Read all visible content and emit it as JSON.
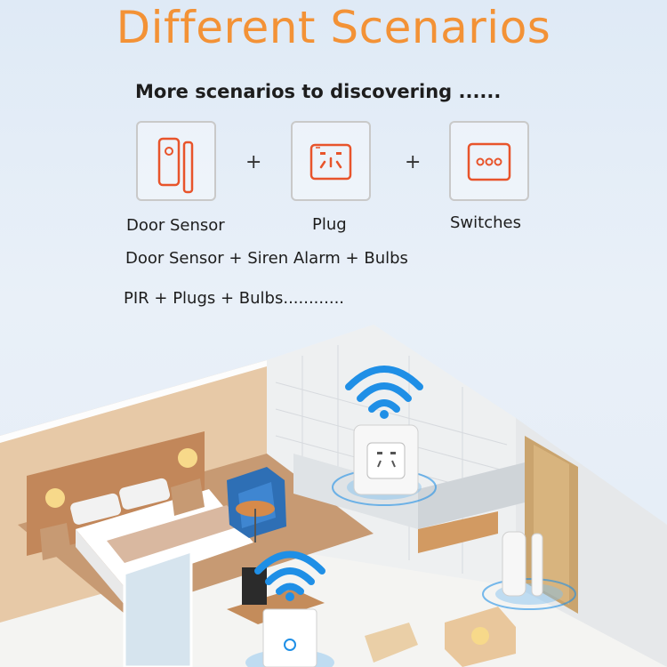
{
  "header": {
    "title": "Different Scenarios",
    "subtitle": "More scenarios to discovering ......"
  },
  "devices": [
    {
      "label": "Door Sensor",
      "icon": "door-sensor-icon"
    },
    {
      "label": "Plug",
      "icon": "plug-icon"
    },
    {
      "label": "Switches",
      "icon": "switch-icon"
    }
  ],
  "plus_sign": "+",
  "scenario_lines": [
    "Door Sensor + Siren Alarm + Bulbs",
    "PIR + Plugs + Bulbs............"
  ],
  "colors": {
    "title": "#f39236",
    "icon_accent": "#e8542b",
    "wifi": "#1f8fe6",
    "background": "#e4ecf6"
  },
  "illustration": {
    "description_icons": [
      "wifi-icon",
      "smart-plug",
      "door-sensor",
      "touch-switch"
    ]
  }
}
